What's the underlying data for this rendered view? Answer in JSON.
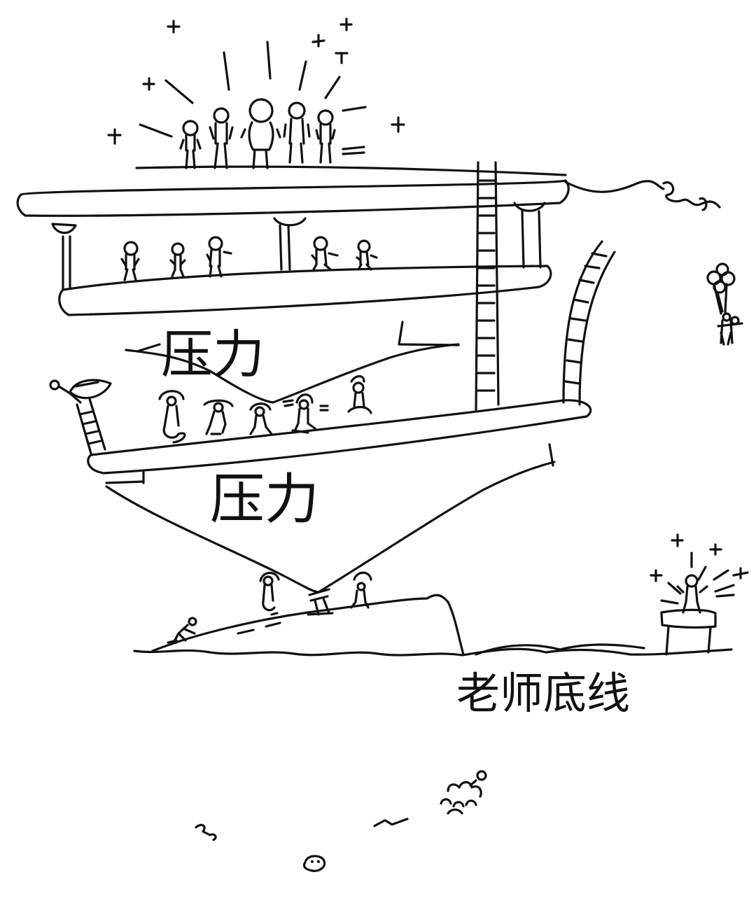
{
  "labels": {
    "pressure_upper": "压力",
    "pressure_lower": "压力",
    "baseline": "老师底线"
  },
  "colors": {
    "ink": "#111111",
    "paper": "#ffffff"
  }
}
